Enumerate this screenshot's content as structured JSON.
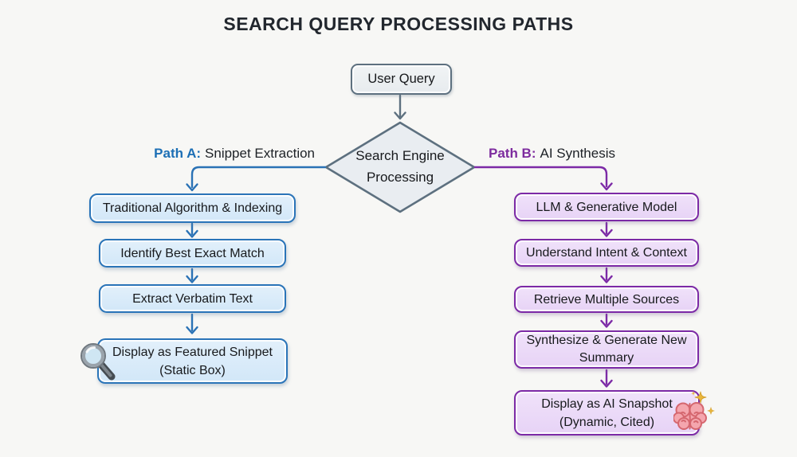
{
  "title": "SEARCH QUERY PROCESSING PATHS",
  "start_node": {
    "label": "User Query"
  },
  "decision_node": {
    "line1": "Search Engine",
    "line2": "Processing"
  },
  "path_a": {
    "name": "Path A:",
    "subtitle": "Snippet Extraction",
    "steps": [
      {
        "line1": "Traditional Algorithm & Indexing"
      },
      {
        "line1": "Identify Best Exact Match"
      },
      {
        "line1": "Extract Verbatim Text"
      },
      {
        "line1": "Display as Featured Snippet",
        "line2": "(Static Box)"
      }
    ],
    "icon": "magnifier-icon",
    "accent_color": "#2a74b8",
    "fill_color": "#d9eaf8",
    "label_color": "#1c6fb5"
  },
  "path_b": {
    "name": "Path B:",
    "subtitle": "AI Synthesis",
    "steps": [
      {
        "line1": "LLM & Generative Model"
      },
      {
        "line1": "Understand Intent & Context"
      },
      {
        "line1": "Retrieve Multiple Sources"
      },
      {
        "line1": "Synthesize & Generate New",
        "line2": "Summary"
      },
      {
        "line1": "Display as AI Snapshot",
        "line2": "(Dynamic, Cited)"
      }
    ],
    "icon": "brain-sparkles-icon",
    "accent_color": "#7c2aa6",
    "fill_color": "#ebd9f7",
    "label_color": "#7d2b9e"
  },
  "colors": {
    "background": "#f7f7f5",
    "neutral_border": "#5d707f",
    "neutral_fill": "#edf0f2",
    "node_text": "#17191c",
    "title_text": "#22272e",
    "sparkle": "#e9b63c",
    "brain_pink": "#f4a6ae"
  }
}
